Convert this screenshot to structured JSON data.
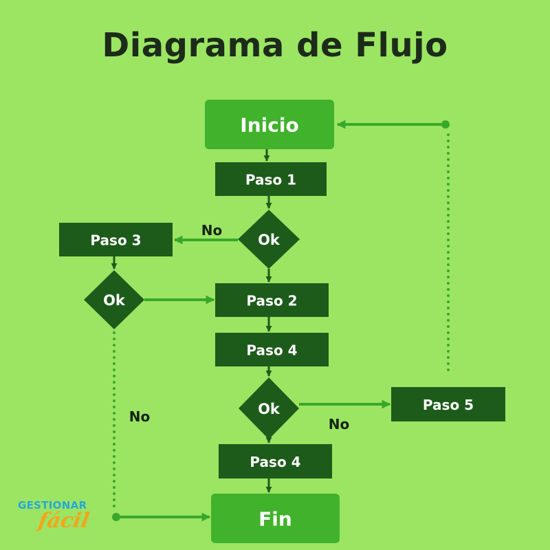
{
  "title": "Diagrama de Flujo",
  "colors": {
    "background": "#9be563",
    "terminal": "#40b22b",
    "process": "#1d5b1a",
    "decision": "#1d5b1a",
    "arrow": "#39a82a",
    "arrow_dark": "#1d5b1a",
    "text_light": "#ffffff",
    "text_dark": "#15240f",
    "logo_top": "#2aa6d6",
    "logo_bottom": "#f5a41d"
  },
  "nodes": [
    {
      "id": "inicio",
      "type": "terminal",
      "label": "Inicio"
    },
    {
      "id": "paso1",
      "type": "process",
      "label": "Paso 1"
    },
    {
      "id": "ok1",
      "type": "decision",
      "label": "Ok"
    },
    {
      "id": "paso3",
      "type": "process",
      "label": "Paso 3"
    },
    {
      "id": "ok2",
      "type": "decision",
      "label": "Ok"
    },
    {
      "id": "paso2",
      "type": "process",
      "label": "Paso 2"
    },
    {
      "id": "paso4a",
      "type": "process",
      "label": "Paso 4"
    },
    {
      "id": "ok3",
      "type": "decision",
      "label": "Ok"
    },
    {
      "id": "paso5",
      "type": "process",
      "label": "Paso 5"
    },
    {
      "id": "paso4b",
      "type": "process",
      "label": "Paso 4"
    },
    {
      "id": "fin",
      "type": "terminal",
      "label": "Fin"
    }
  ],
  "edges": [
    {
      "from": "inicio",
      "to": "paso1",
      "label": ""
    },
    {
      "from": "paso1",
      "to": "ok1",
      "label": ""
    },
    {
      "from": "ok1",
      "to": "paso3",
      "label": "No"
    },
    {
      "from": "ok1",
      "to": "paso2",
      "label": ""
    },
    {
      "from": "paso3",
      "to": "ok2",
      "label": ""
    },
    {
      "from": "ok2",
      "to": "paso2",
      "label": ""
    },
    {
      "from": "ok2",
      "to": "fin",
      "label": "No"
    },
    {
      "from": "paso2",
      "to": "paso4a",
      "label": ""
    },
    {
      "from": "paso4a",
      "to": "ok3",
      "label": ""
    },
    {
      "from": "ok3",
      "to": "paso5",
      "label": "No"
    },
    {
      "from": "ok3",
      "to": "paso4b",
      "label": ""
    },
    {
      "from": "paso4b",
      "to": "fin",
      "label": ""
    },
    {
      "from": "paso5",
      "to": "inicio",
      "label": ""
    }
  ],
  "logo": {
    "top": "GESTIONAR",
    "bottom": "fácil"
  }
}
